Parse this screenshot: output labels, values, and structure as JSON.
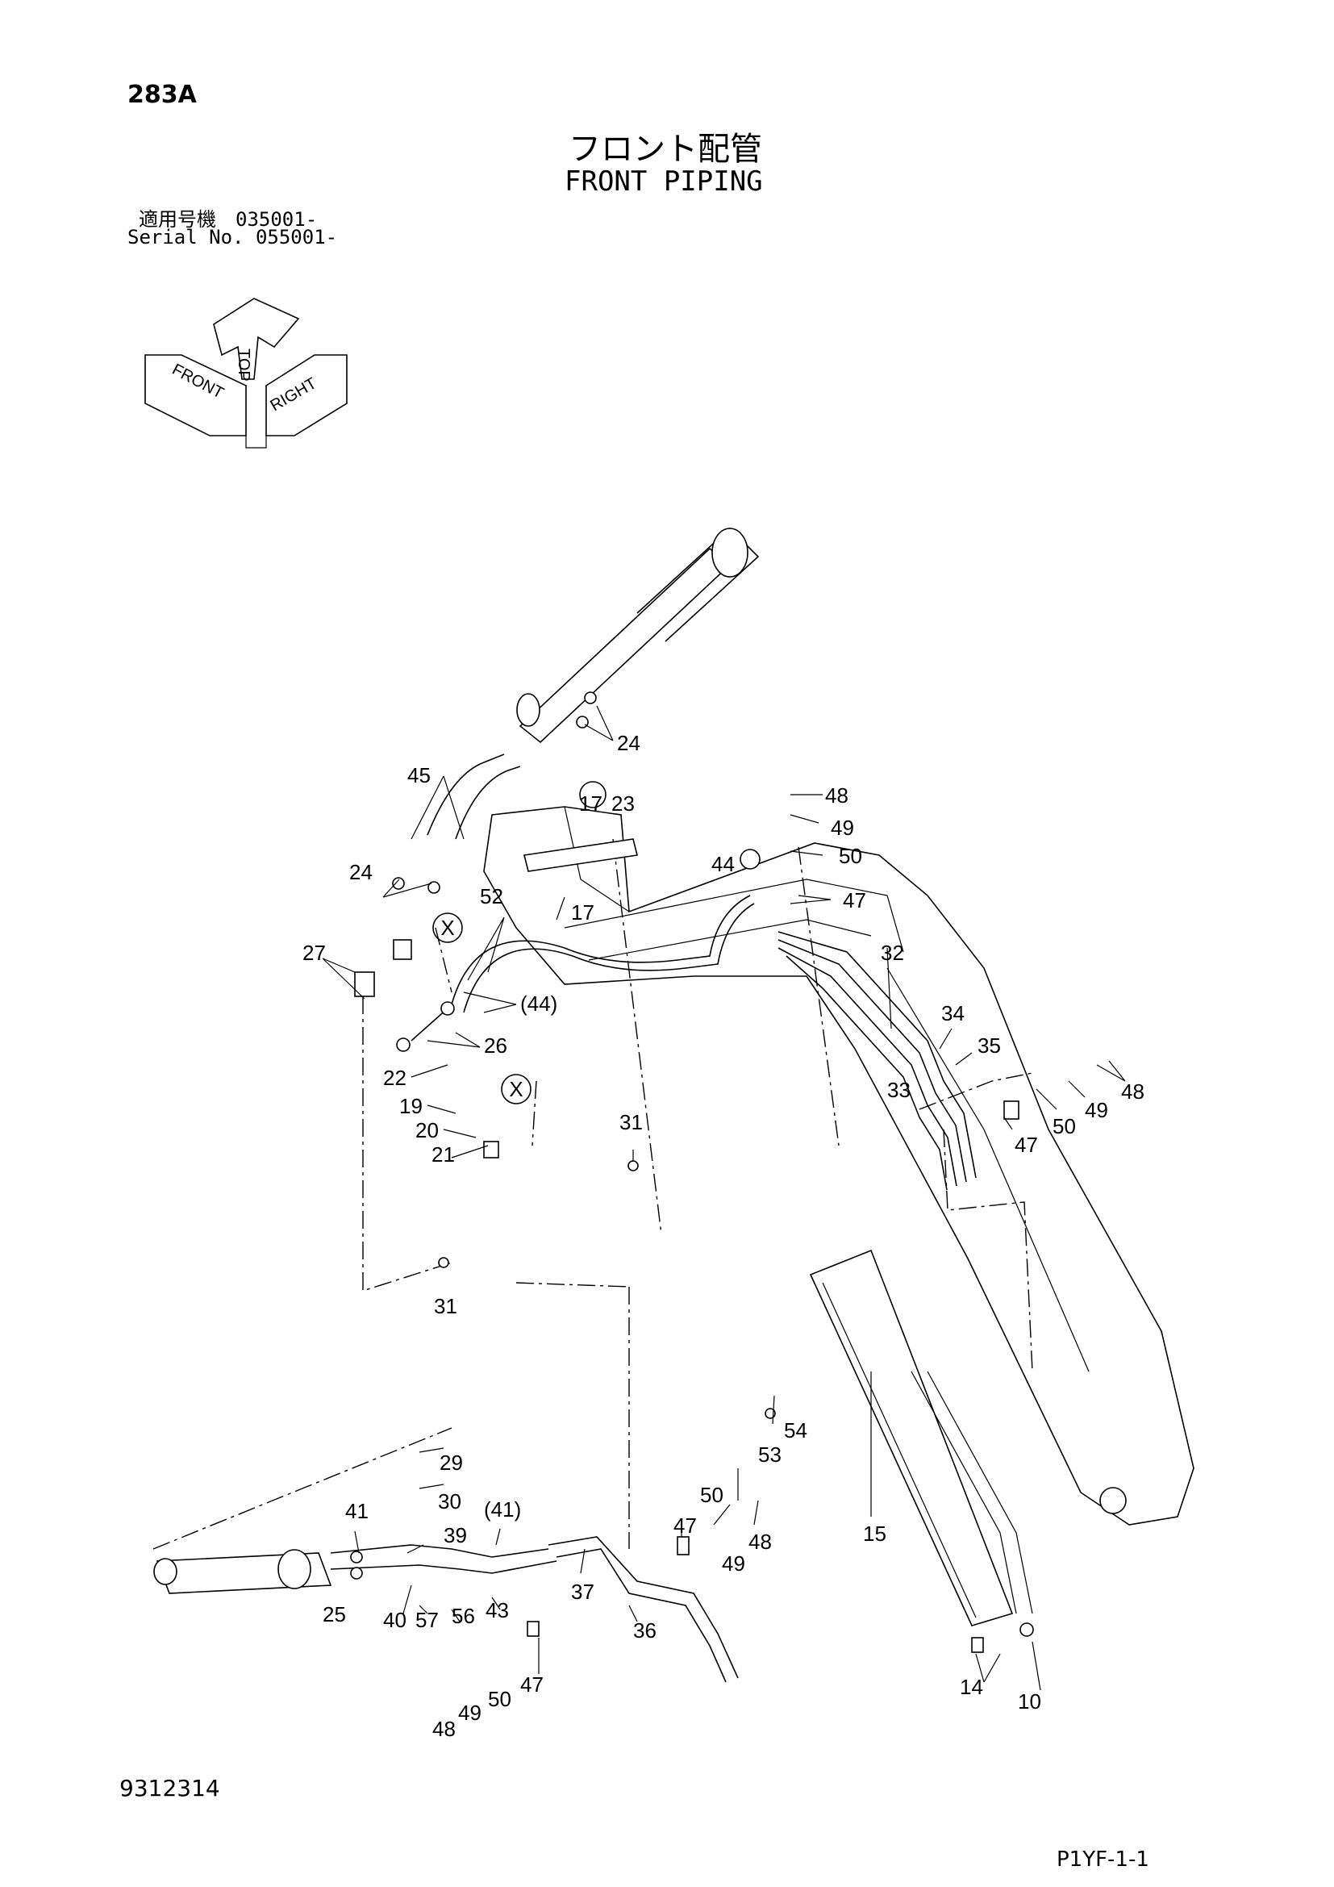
{
  "header": {
    "page_code": "283A",
    "title_jp": "フロント配管",
    "title_en": "FRONT PIPING",
    "serial_jp": "適用号機　035001-",
    "serial_en": "Serial No. 055001-"
  },
  "orientation": {
    "top": "TOP",
    "front": "FRONT",
    "right": "RIGHT"
  },
  "callouts": {
    "c24a": "24",
    "c45": "45",
    "c48a": "48",
    "c17a": "17",
    "c23": "23",
    "c49a": "49",
    "c50a": "50",
    "c17b": "17",
    "c44": "44",
    "c47a": "47",
    "c24b": "24",
    "c52": "52",
    "c32": "32",
    "c27": "27",
    "c44p": "(44)",
    "c34": "34",
    "c26": "26",
    "c35": "35",
    "c33": "33",
    "c48b": "48",
    "c22": "22",
    "c19": "19",
    "c49b": "49",
    "c50b": "50",
    "c31a": "31",
    "c20": "20",
    "c47b": "47",
    "c21": "21",
    "c31b": "31",
    "c54": "54",
    "c53": "53",
    "c29": "29",
    "c30": "30",
    "c50c": "50",
    "c41": "41",
    "c41p": "(41)",
    "c39": "39",
    "c47c": "47",
    "c48c": "48",
    "c49c": "49",
    "c15": "15",
    "c37": "37",
    "c25": "25",
    "c40": "40",
    "c57": "57",
    "c56": "56",
    "c43": "43",
    "c36": "36",
    "c47d": "47",
    "c50d": "50",
    "c49d": "49",
    "c48d": "48",
    "c14": "14",
    "c10": "10",
    "xa": "X",
    "xb": "X"
  },
  "footer": {
    "doc_number": "9312314",
    "page_ref": "P1YF-1-1"
  }
}
